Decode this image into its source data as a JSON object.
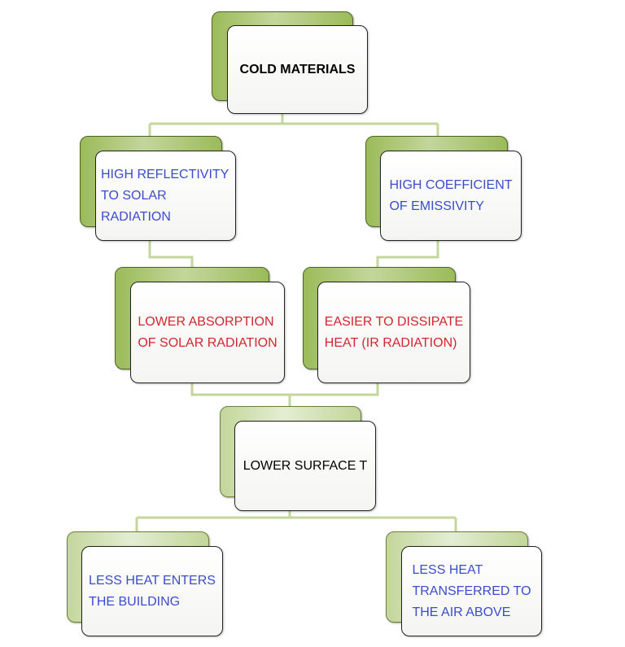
{
  "nodes": {
    "root": "COLD MATERIALS",
    "reflectivity": "HIGH REFLECTIVITY\nTO SOLAR RADIATION",
    "emissivity": "HIGH COEFFICIENT\nOF EMISSIVITY",
    "absorption": "LOWER ABSORPTION\nOF SOLAR RADIATION",
    "dissipate": "EASIER TO DISSIPATE\nHEAT (IR RADIATION)",
    "surface_t": "LOWER SURFACE T",
    "less_heat_building": "LESS HEAT ENTERS\nTHE BUILDING",
    "less_heat_air": "LESS HEAT\nTRANSFERRED TO\nTHE AIR ABOVE"
  },
  "colors": {
    "level1_text": "#3b4ccb",
    "level2_text": "#d2262e",
    "connector": "#c3d69b",
    "back_green": "#9bbb59"
  }
}
